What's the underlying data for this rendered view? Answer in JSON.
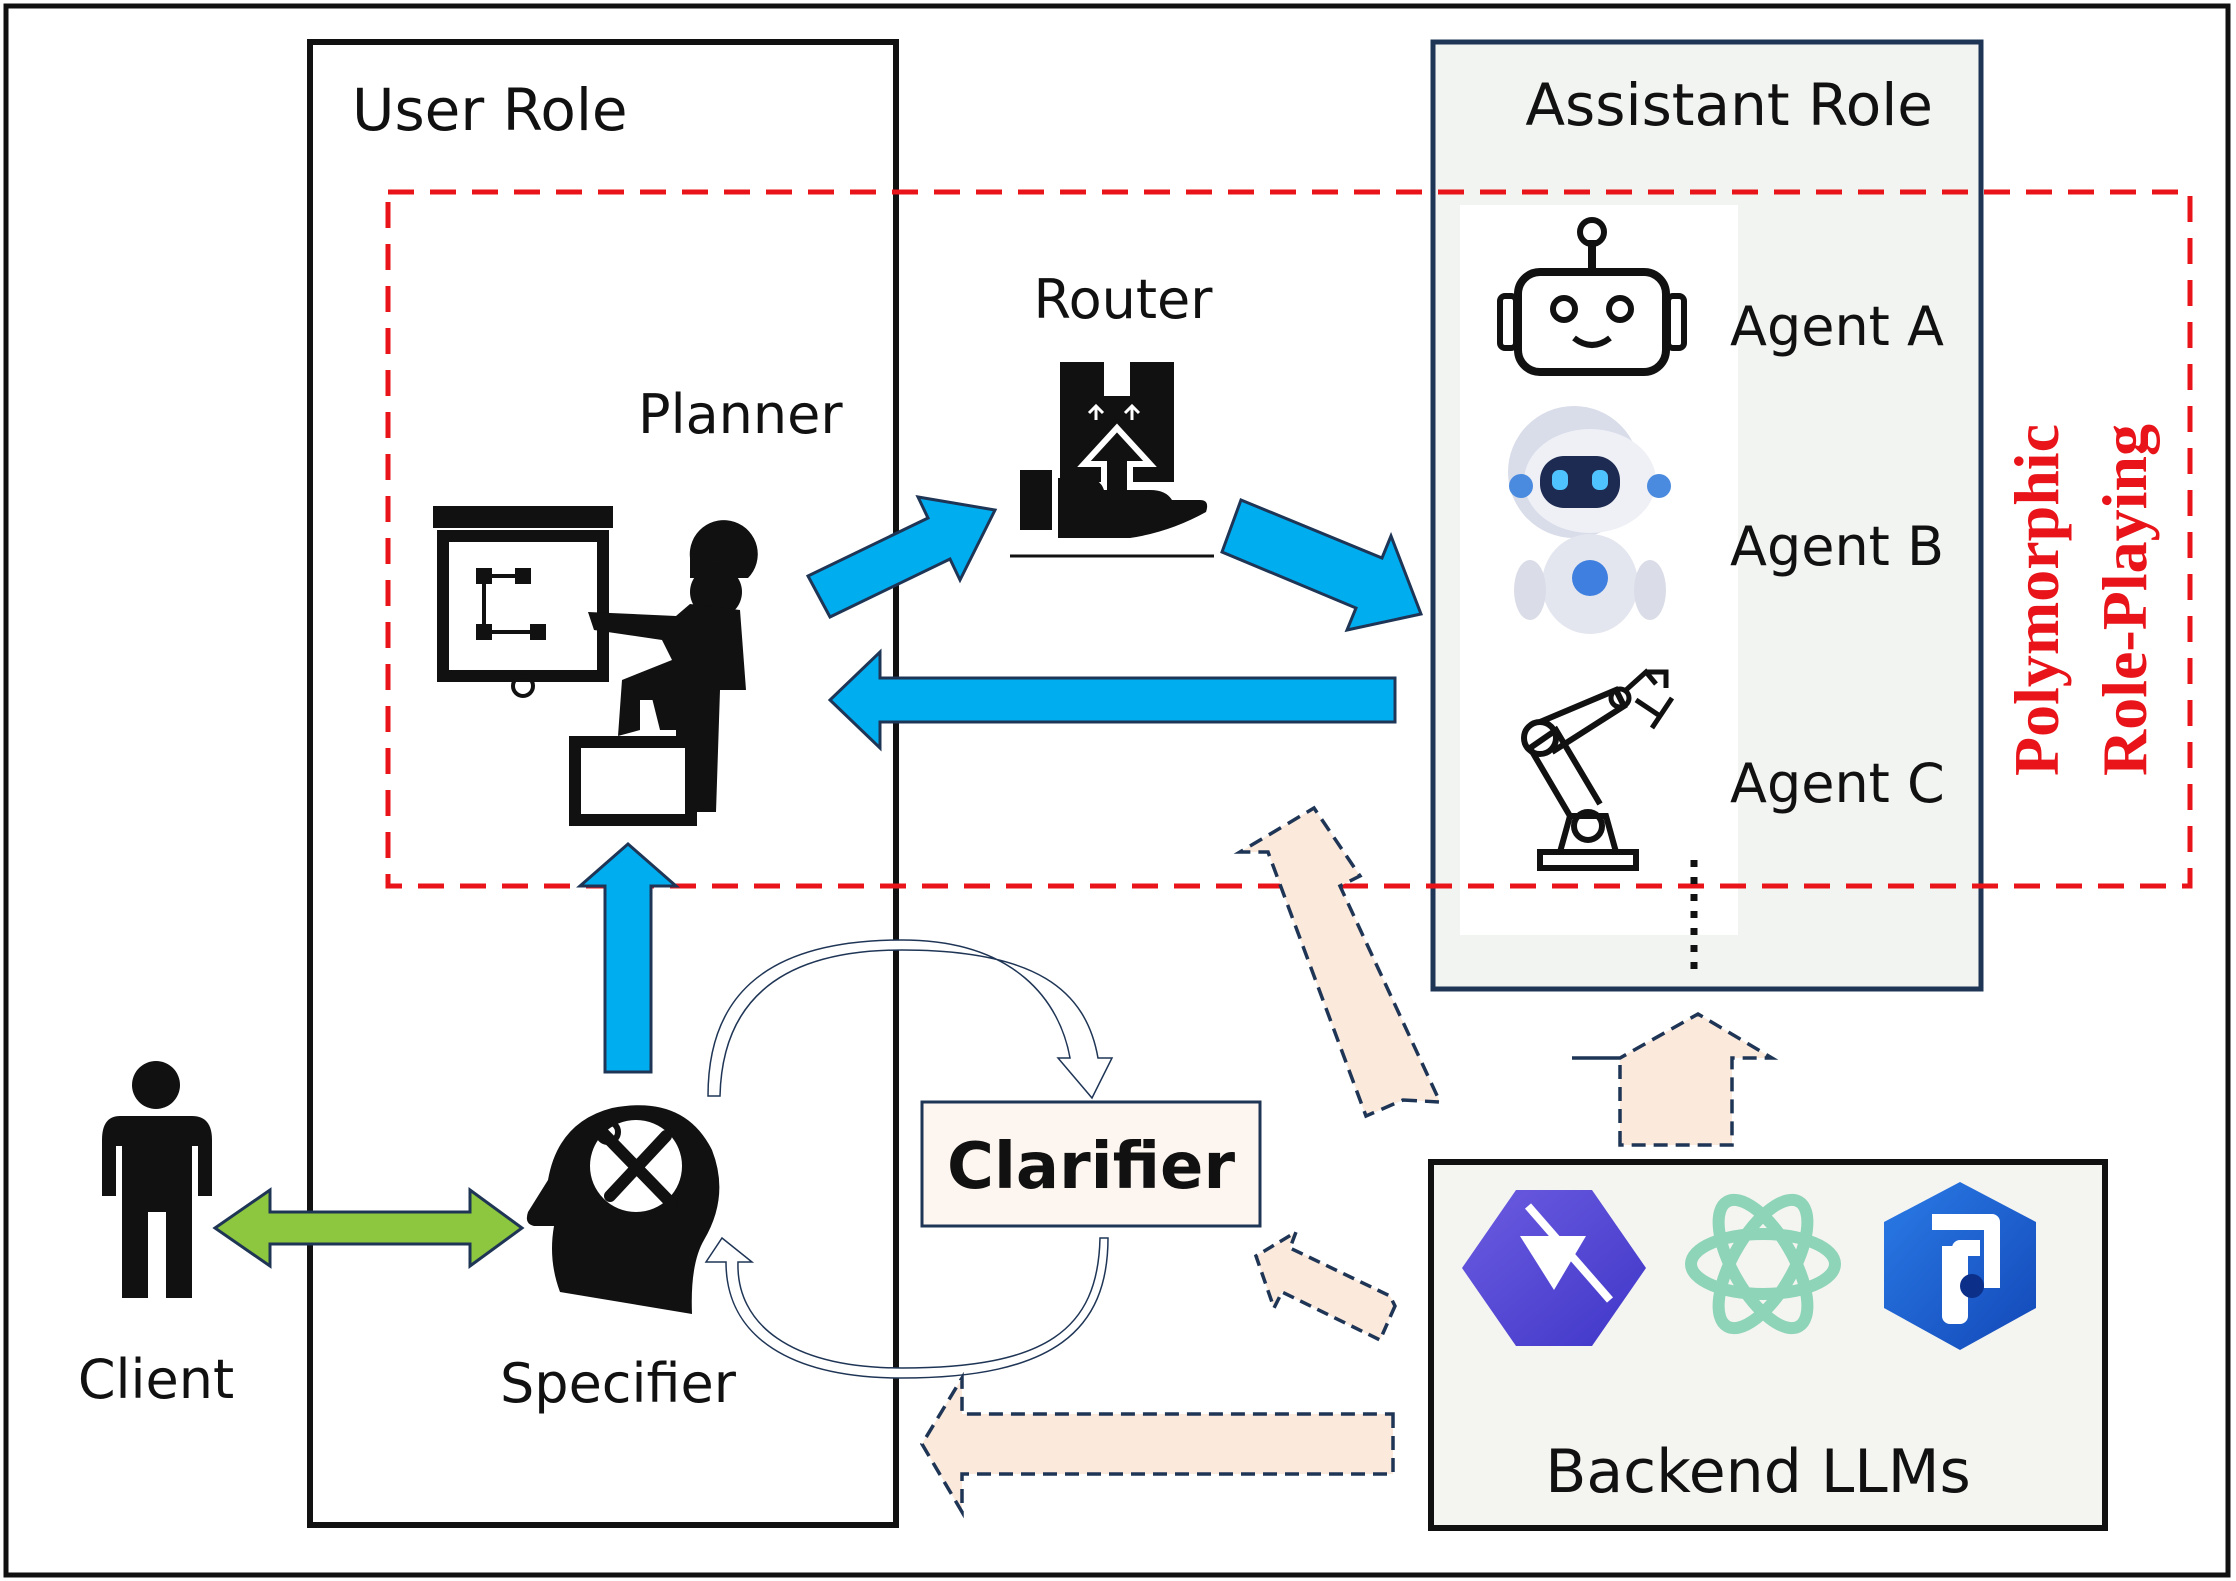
{
  "roles": {
    "user": "User Role",
    "assistant": "Assistant Role"
  },
  "components": {
    "planner": "Planner",
    "router": "Router",
    "clarifier": "Clarifier",
    "specifier": "Specifier",
    "client": "Client",
    "backend": "Backend LLMs"
  },
  "agents": [
    "Agent A",
    "Agent B",
    "Agent C"
  ],
  "polymorphic": {
    "line1": "Polymorphic",
    "line2": "Role-Playing",
    "color": "#e8141a"
  },
  "colors": {
    "blue_arrow": "#00adef",
    "green_arrow": "#8dc63f",
    "dashed_arrow_fill": "#fbe9dc",
    "dashed_arrow_stroke": "#1f3556",
    "assistant_bg": "#f2f4f1",
    "backend_bg": "#f4f4f1",
    "clarifier_bg": "#fdf6f0"
  },
  "icons": [
    "planner-icon",
    "router-icon",
    "robot-a-icon",
    "robot-b-icon",
    "robot-arm-icon",
    "person-icon",
    "head-tools-icon",
    "qwen-logo",
    "openai-logo",
    "cube-logo"
  ]
}
